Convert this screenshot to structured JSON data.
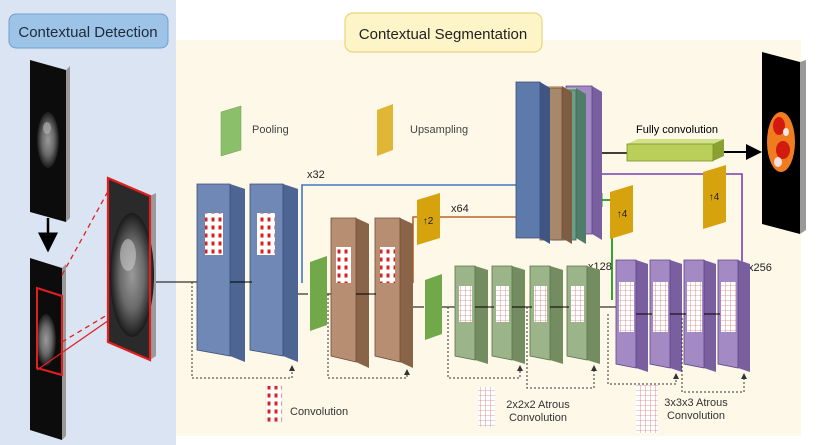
{
  "detection_panel": {
    "title": "Contextual Detection"
  },
  "segmentation_panel": {
    "title": "Contextual Segmentation"
  },
  "legend": {
    "pooling": "Pooling",
    "upsampling": "Upsampling",
    "convolution": "Convolution",
    "atrous_2": "2x2x2 Atrous Convolution",
    "atrous_2_lines": [
      "2x2x2 Atrous",
      "Convolution"
    ],
    "atrous_3": "3x3x3 Atrous Convolution",
    "atrous_3_lines": [
      "3x3x3 Atrous",
      "Convolution"
    ]
  },
  "labels": {
    "x32": "x32",
    "x64": "x64",
    "x128": "x128",
    "x256": "x256",
    "up2": "↑2",
    "up4a": "↑4",
    "up4b": "↑4",
    "fully_convolution": "Fully convolution"
  },
  "colors": {
    "detection_bg": "#dbe4f2",
    "detection_title_bg": "#9dc3e6",
    "segmentation_bg": "#fdf8e8",
    "segmentation_title_bg": "#fdf4c8",
    "blue_block": "#6f88b6",
    "brown_block": "#b78e72",
    "green_block": "#9cb48a",
    "purple_block": "#a48ac4",
    "pool_green": "#70a84a",
    "upsample_gold": "#d6a20e",
    "fc_bar": "#b9cf5a",
    "blue_arrow": "#3f7ac0",
    "orange_arrow": "#c0622a",
    "green_arrow": "#1e9a1e",
    "purple_arrow": "#7a40b0",
    "red_outline": "#e02020"
  }
}
